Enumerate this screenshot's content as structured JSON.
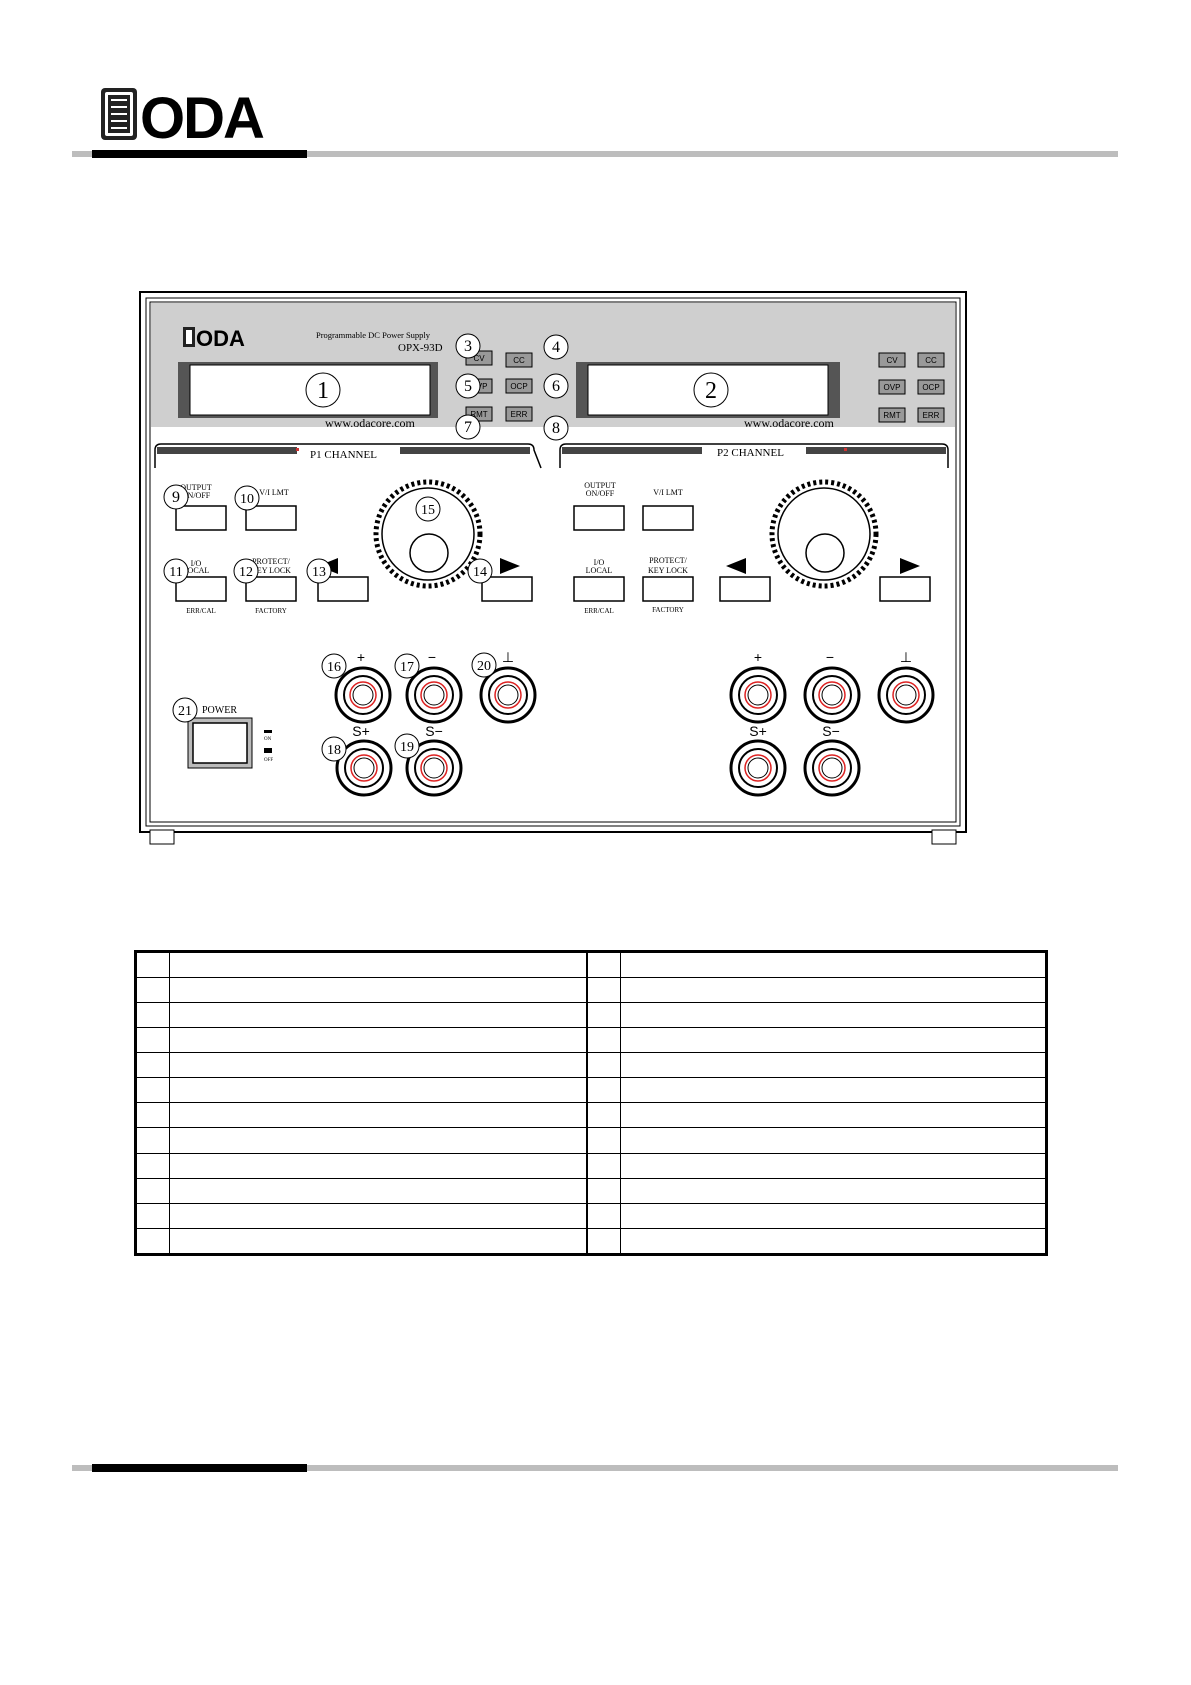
{
  "header": {
    "brand": "ODA"
  },
  "panel": {
    "brand": "ODA",
    "subtitle": "Programmable DC Power Supply",
    "model": "OPX-93D",
    "website_left": "www.odacore.com",
    "website_right": "www.odacore.com",
    "p1_channel": "P1 CHANNEL",
    "p2_channel": "P2 CHANNEL",
    "indicators": [
      "CV",
      "CC",
      "OVP",
      "OCP",
      "RMT",
      "ERR"
    ],
    "buttons": {
      "output_on_off_1": "OUTPUT",
      "output_on_off_2": "ON/OFF",
      "vi_lmt": "V/I LMT",
      "io_local_1": "I/O",
      "io_local_2": "LOCAL",
      "io_sub": "ERR/CAL",
      "protect_1": "PROTECT/",
      "protect_2": "KEY LOCK",
      "protect_sub": "FACTORY",
      "power": "POWER",
      "on": "ON",
      "off": "OFF"
    },
    "terminals": {
      "plus": "+",
      "minus": "−",
      "ground": "⊥",
      "s_plus": "S+",
      "s_minus": "S−"
    },
    "callouts": [
      "1",
      "2",
      "3",
      "4",
      "5",
      "6",
      "7",
      "8",
      "9",
      "10",
      "11",
      "12",
      "13",
      "14",
      "15",
      "16",
      "17",
      "18",
      "19",
      "20",
      "21"
    ]
  },
  "table": {
    "rows": [
      [
        "",
        "",
        "",
        ""
      ],
      [
        "",
        "",
        "",
        ""
      ],
      [
        "",
        "",
        "",
        ""
      ],
      [
        "",
        "",
        "",
        ""
      ],
      [
        "",
        "",
        "",
        ""
      ],
      [
        "",
        "",
        "",
        ""
      ],
      [
        "",
        "",
        "",
        ""
      ],
      [
        "",
        "",
        "",
        ""
      ],
      [
        "",
        "",
        "",
        ""
      ],
      [
        "",
        "",
        "",
        ""
      ],
      [
        "",
        "",
        "",
        ""
      ],
      [
        "",
        "",
        "",
        ""
      ]
    ]
  }
}
